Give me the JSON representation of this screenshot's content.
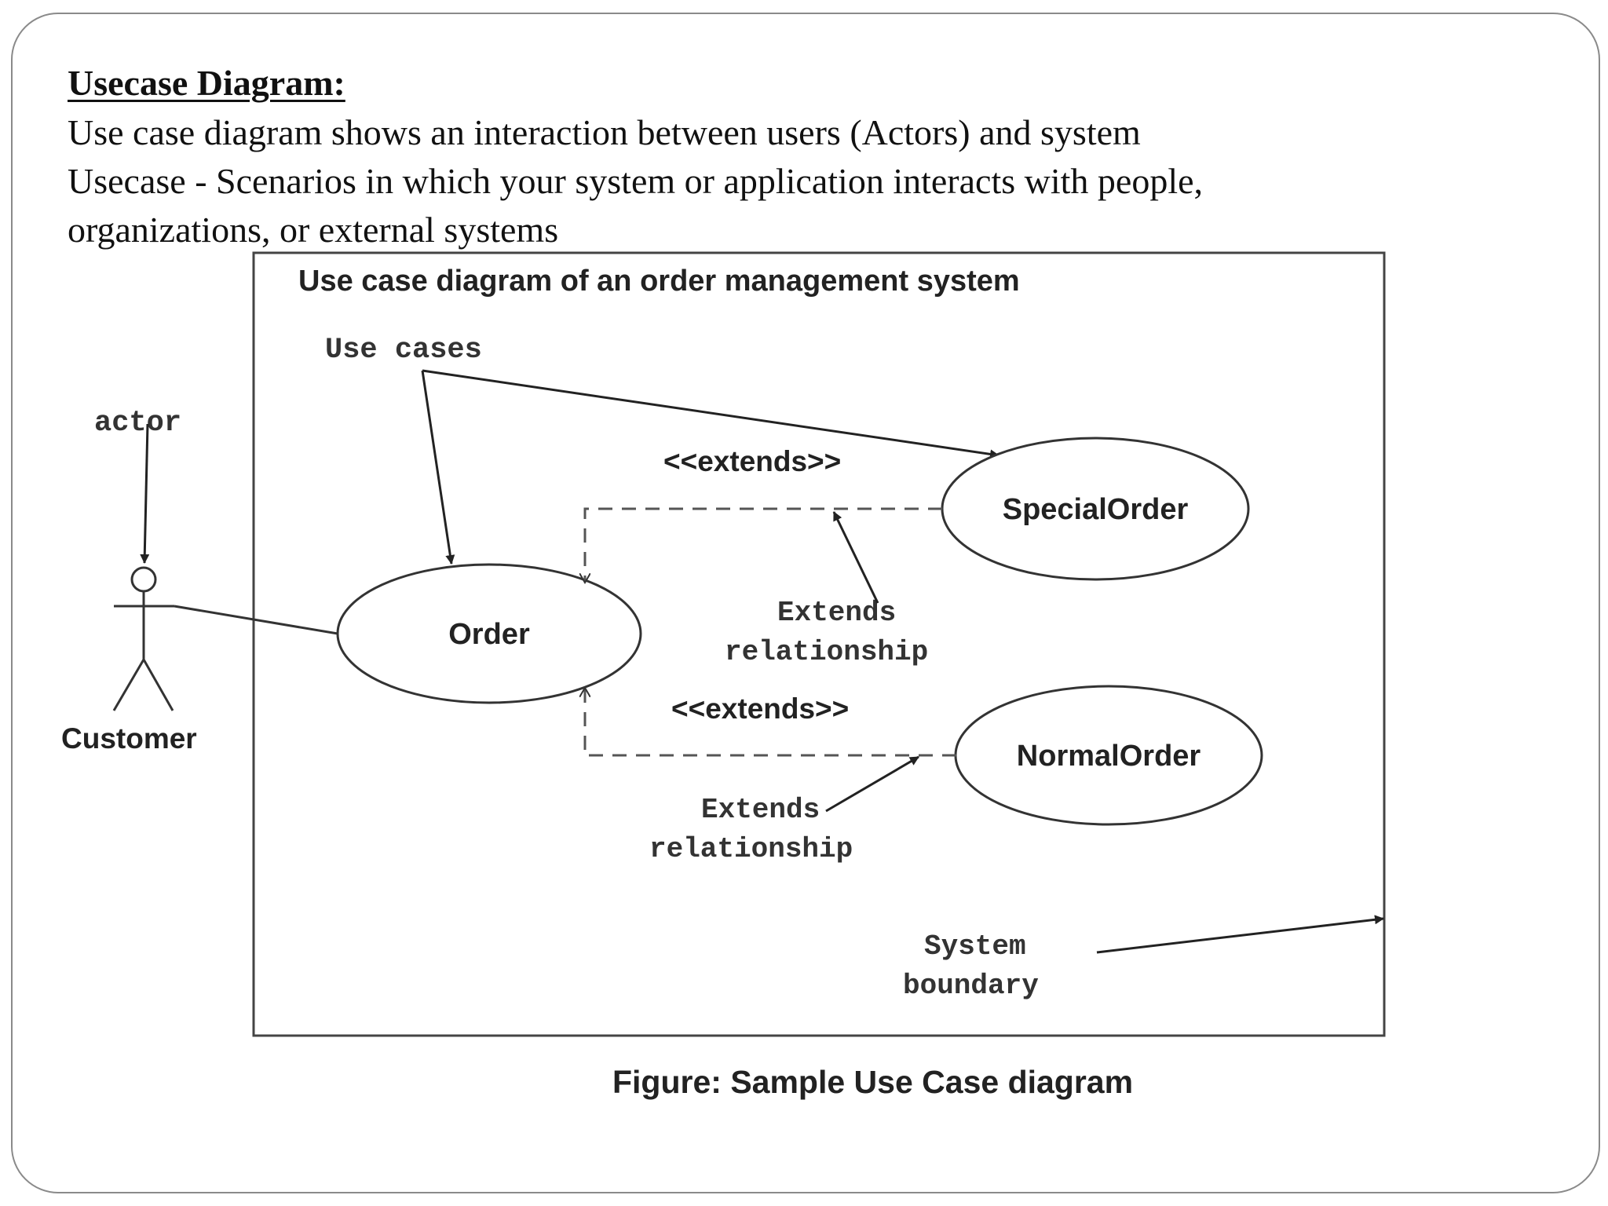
{
  "slide": {
    "heading": "Usecase Diagram:",
    "lines": [
      "Use case diagram shows an interaction between users (Actors) and system",
      "Usecase - Scenarios in which your system or application interacts with people,",
      "organizations, or external systems"
    ]
  },
  "diagram": {
    "title": "Use case diagram of an order management system",
    "annotations": {
      "use_cases": "Use cases",
      "actor": "actor",
      "extends_rel_top_1": "Extends",
      "extends_rel_top_2": "relationship",
      "extends_rel_bottom_1": "Extends",
      "extends_rel_bottom_2": "relationship",
      "system_boundary_1": "System",
      "system_boundary_2": "boundary"
    },
    "actor_name": "Customer",
    "use_cases": {
      "order": "Order",
      "special_order": "SpecialOrder",
      "normal_order": "NormalOrder"
    },
    "stereotypes": {
      "top": "<<extends>>",
      "bottom": "<<extends>>"
    },
    "caption": "Figure: Sample Use Case diagram"
  }
}
